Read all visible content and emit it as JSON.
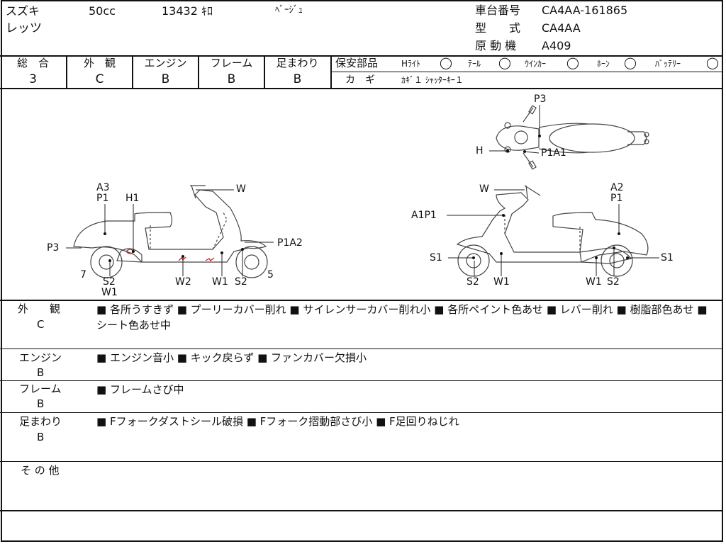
{
  "header": {
    "maker": "スズキ",
    "displacement": "50cc",
    "mileage": "13432 ｷﾛ",
    "color": "ﾍﾞｰｼﾞｭ",
    "model_name": "レッツ",
    "frame_no_label": "車台番号",
    "frame_no": "CA4AA-161865",
    "model_code_label": "型　　式",
    "model_code": "CA4AA",
    "engine_label": "原 動 機",
    "engine": "A409"
  },
  "grades": [
    {
      "label": "総　合",
      "value": "3"
    },
    {
      "label": "外　観",
      "value": "C"
    },
    {
      "label": "エンジン",
      "value": "B"
    },
    {
      "label": "フレーム",
      "value": "B"
    },
    {
      "label": "足まわり",
      "value": "B"
    }
  ],
  "safety": {
    "label": "保安部品",
    "items": [
      {
        "name": "Hﾗｲﾄ",
        "mark": "◯"
      },
      {
        "name": "ﾃｰﾙ",
        "mark": "◯"
      },
      {
        "name": "ｳｲﾝｶｰ",
        "mark": "◯"
      },
      {
        "name": "ﾎｰﾝ",
        "mark": "◯"
      },
      {
        "name": "ﾊﾞｯﾃﾘｰ",
        "mark": "◯"
      }
    ],
    "key_label": "カ　ギ",
    "key_value": "ｶｷﾞ１ ｼｬｯﾀｰｷｰ１"
  },
  "diagram": {
    "top_labels": {
      "p3": "P3",
      "h": "H",
      "p1a1": "P1A1"
    },
    "left_labels": {
      "a3": "A3",
      "p1": "P1",
      "h1": "H1",
      "w": "W",
      "p3": "P3",
      "p1a2": "P1A2",
      "n7": "7",
      "s2a": "S2",
      "w1a": "W1",
      "w2": "W2",
      "w1b": "W1",
      "s2b": "S2",
      "n5": "5"
    },
    "right_labels": {
      "w": "W",
      "a2": "A2",
      "p1": "P1",
      "a1p1": "A1P1",
      "s1a": "S1",
      "s1b": "S1",
      "s2a": "S2",
      "w1a": "W1",
      "w1b": "W1",
      "s2b": "S2"
    }
  },
  "conditions": [
    {
      "label": "外　　観",
      "grade": "C",
      "text": "■ 各所うすきず ■ プーリーカバー削れ ■ サイレンサーカバー削れ小 ■ 各所ペイント色あせ ■ レバー削れ ■ 樹脂部色あせ ■ シート色あせ中"
    },
    {
      "label": "エンジン",
      "grade": "B",
      "text": "■ エンジン音小 ■ キック戻らず ■ ファンカバー欠損小"
    },
    {
      "label": "フレーム",
      "grade": "B",
      "text": "■ フレームさび中"
    },
    {
      "label": "足まわり",
      "grade": "B",
      "text": "■ Fフォークダストシール破損 ■ Fフォーク摺動部さび小 ■ F足回りねじれ"
    },
    {
      "label": "そ の 他",
      "grade": "",
      "text": ""
    }
  ]
}
